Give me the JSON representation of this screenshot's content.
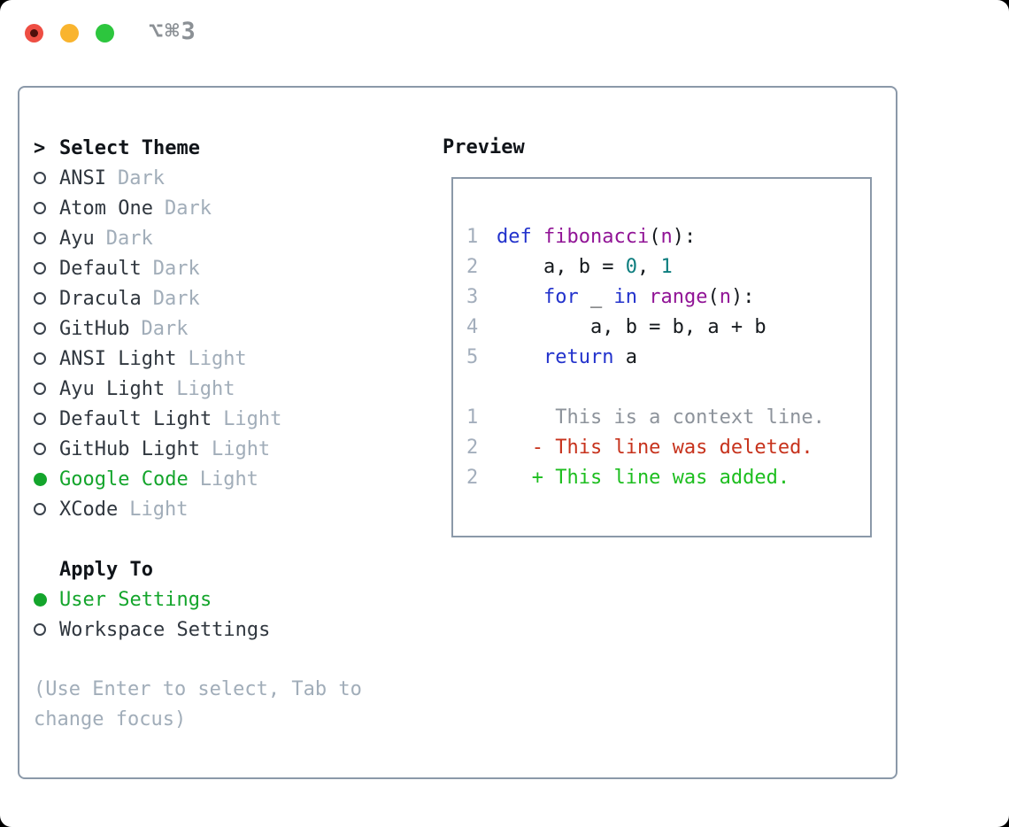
{
  "window": {
    "shortcut_label": "⌥⌘3"
  },
  "theme_list": {
    "title": "Select Theme",
    "cursor": ">",
    "items": [
      {
        "name": "ANSI",
        "variant": "Dark",
        "selected": false
      },
      {
        "name": "Atom One",
        "variant": "Dark",
        "selected": false
      },
      {
        "name": "Ayu",
        "variant": "Dark",
        "selected": false
      },
      {
        "name": "Default",
        "variant": "Dark",
        "selected": false
      },
      {
        "name": "Dracula",
        "variant": "Dark",
        "selected": false
      },
      {
        "name": "GitHub",
        "variant": "Dark",
        "selected": false
      },
      {
        "name": "ANSI Light",
        "variant": "Light",
        "selected": false
      },
      {
        "name": "Ayu Light",
        "variant": "Light",
        "selected": false
      },
      {
        "name": "Default Light",
        "variant": "Light",
        "selected": false
      },
      {
        "name": "GitHub Light",
        "variant": "Light",
        "selected": false
      },
      {
        "name": "Google Code",
        "variant": "Light",
        "selected": true
      },
      {
        "name": "XCode",
        "variant": "Light",
        "selected": false
      }
    ]
  },
  "apply_to": {
    "title": "Apply To",
    "options": [
      {
        "label": "User Settings",
        "selected": true
      },
      {
        "label": "Workspace Settings",
        "selected": false
      }
    ]
  },
  "help_text": "(Use Enter to select, Tab to change focus)",
  "preview": {
    "title": "Preview",
    "code_lines": [
      {
        "num": "1",
        "tokens": [
          [
            "def",
            "kw"
          ],
          [
            " ",
            "pl"
          ],
          [
            "fibonacci",
            "fn"
          ],
          [
            "(",
            "pl"
          ],
          [
            "n",
            "fn"
          ],
          [
            "):",
            "pl"
          ]
        ]
      },
      {
        "num": "2",
        "tokens": [
          [
            "    a, b = ",
            "pl"
          ],
          [
            "0",
            "num"
          ],
          [
            ", ",
            "pl"
          ],
          [
            "1",
            "num"
          ]
        ]
      },
      {
        "num": "3",
        "tokens": [
          [
            "    ",
            "pl"
          ],
          [
            "for",
            "kw"
          ],
          [
            " _ ",
            "pl"
          ],
          [
            "in",
            "kw"
          ],
          [
            " ",
            "pl"
          ],
          [
            "range",
            "fn"
          ],
          [
            "(",
            "pl"
          ],
          [
            "n",
            "fn"
          ],
          [
            "):",
            "pl"
          ]
        ]
      },
      {
        "num": "4",
        "tokens": [
          [
            "        a, b = b, a + b",
            "pl"
          ]
        ]
      },
      {
        "num": "5",
        "tokens": [
          [
            "    ",
            "pl"
          ],
          [
            "return",
            "kw"
          ],
          [
            " a",
            "pl"
          ]
        ]
      }
    ],
    "diff_lines": [
      {
        "num": "1",
        "type": "context",
        "text": "     This is a context line."
      },
      {
        "num": "2",
        "type": "deleted",
        "text": "   - This line was deleted."
      },
      {
        "num": "2",
        "type": "added",
        "text": "   + This line was added."
      }
    ]
  },
  "colors": {
    "accent_green": "#14a52c",
    "keyword_blue": "#2232cc",
    "function_purple": "#911496",
    "number_teal": "#0c7d7e",
    "code_plain": "#15191d",
    "diff_red": "#c7331d",
    "diff_green": "#1dbe1f",
    "context_gray": "#8d939b",
    "gutter_gray": "#a3aebc",
    "muted_gray": "#a1adb9",
    "text_dark": "#30373f",
    "heading_black": "#101419",
    "border_gray": "#8b99a9",
    "shortcut_gray": "#8b9095",
    "traffic_red": "#ee4e43",
    "traffic_yellow": "#f9b42e",
    "traffic_green": "#2dc63e"
  }
}
